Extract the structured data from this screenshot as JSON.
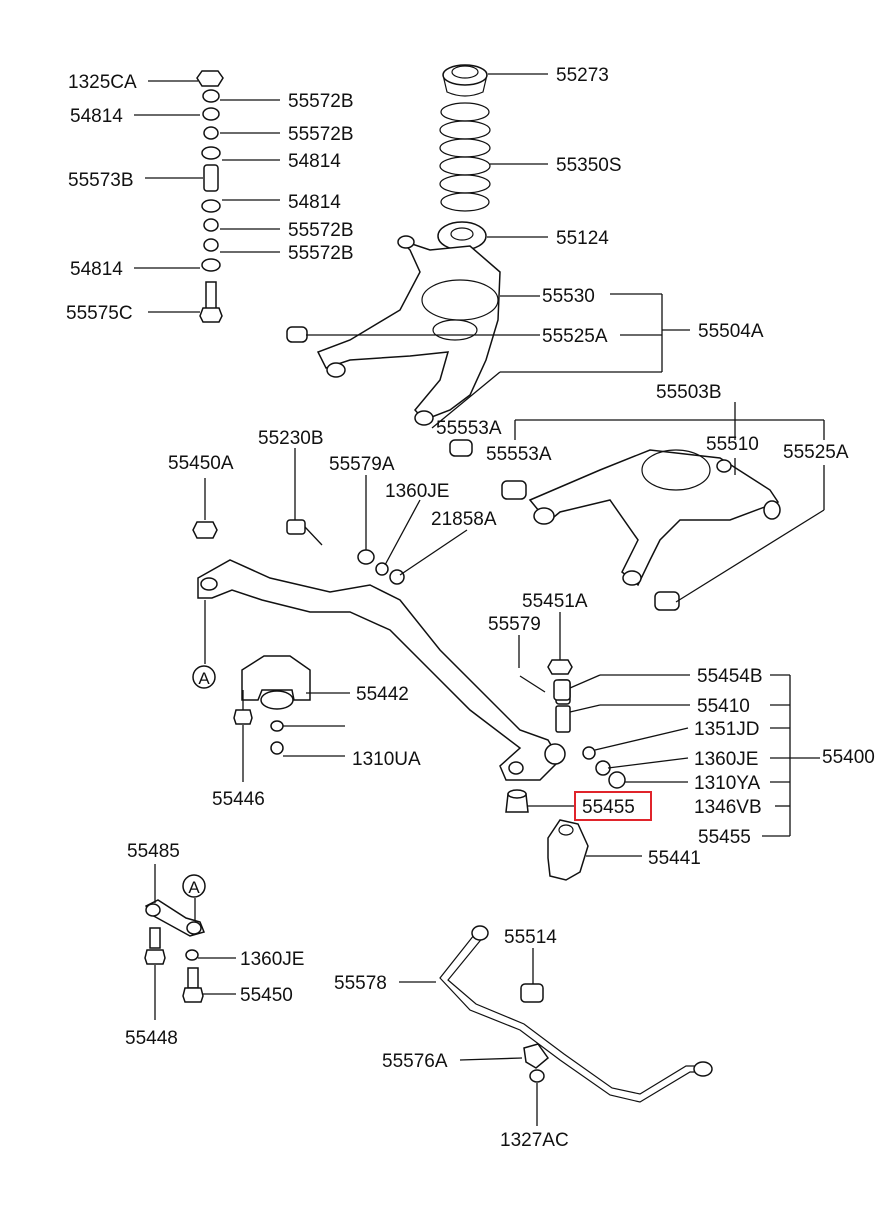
{
  "diagram": {
    "highlight_color": "#e0242b",
    "labels": [
      {
        "id": "l1",
        "text": "1325CA"
      },
      {
        "id": "l2",
        "text": "54814"
      },
      {
        "id": "l3",
        "text": "55572B"
      },
      {
        "id": "l4",
        "text": "55572B"
      },
      {
        "id": "l5",
        "text": "54814"
      },
      {
        "id": "l6",
        "text": "55573B"
      },
      {
        "id": "l7",
        "text": "54814"
      },
      {
        "id": "l8",
        "text": "55572B"
      },
      {
        "id": "l9",
        "text": "55572B"
      },
      {
        "id": "l10",
        "text": "54814"
      },
      {
        "id": "l11",
        "text": "55575C"
      },
      {
        "id": "l12",
        "text": "55273"
      },
      {
        "id": "l13",
        "text": "55350S"
      },
      {
        "id": "l14",
        "text": "55124"
      },
      {
        "id": "l15",
        "text": "55530"
      },
      {
        "id": "l16",
        "text": "55525A"
      },
      {
        "id": "l17",
        "text": "55504A"
      },
      {
        "id": "l18",
        "text": "55503B"
      },
      {
        "id": "l19",
        "text": "55553A"
      },
      {
        "id": "l20",
        "text": "55553A"
      },
      {
        "id": "l21",
        "text": "55510"
      },
      {
        "id": "l22",
        "text": "55525A"
      },
      {
        "id": "l23",
        "text": "55230B"
      },
      {
        "id": "l24",
        "text": "55450A"
      },
      {
        "id": "l25",
        "text": "55579A"
      },
      {
        "id": "l26",
        "text": "1360JE"
      },
      {
        "id": "l27",
        "text": "21858A"
      },
      {
        "id": "l28",
        "text": "55451A"
      },
      {
        "id": "l29",
        "text": "55579"
      },
      {
        "id": "l30",
        "text": "55454B"
      },
      {
        "id": "l31",
        "text": "55442"
      },
      {
        "id": "l32",
        "text": "55410"
      },
      {
        "id": "l33",
        "text": "1351JD"
      },
      {
        "id": "l34",
        "text": "1360JE"
      },
      {
        "id": "l35",
        "text": "55400"
      },
      {
        "id": "l36",
        "text": "1310UA"
      },
      {
        "id": "l37",
        "text": "1310YA"
      },
      {
        "id": "l38",
        "text": "1346VB"
      },
      {
        "id": "l39",
        "text": "55455"
      },
      {
        "id": "l40",
        "text": "55446"
      },
      {
        "id": "l41",
        "text": "55455"
      },
      {
        "id": "l42",
        "text": "55441"
      },
      {
        "id": "l43",
        "text": "55485"
      },
      {
        "id": "l44",
        "text": "55514"
      },
      {
        "id": "l45",
        "text": "1360JE"
      },
      {
        "id": "l46",
        "text": "55578"
      },
      {
        "id": "l47",
        "text": "55450"
      },
      {
        "id": "l48",
        "text": "55448"
      },
      {
        "id": "l49",
        "text": "55576A"
      },
      {
        "id": "l50",
        "text": "1327AC"
      }
    ],
    "callouts": [
      {
        "id": "a1",
        "text": "A"
      },
      {
        "id": "a2",
        "text": "A"
      }
    ]
  }
}
